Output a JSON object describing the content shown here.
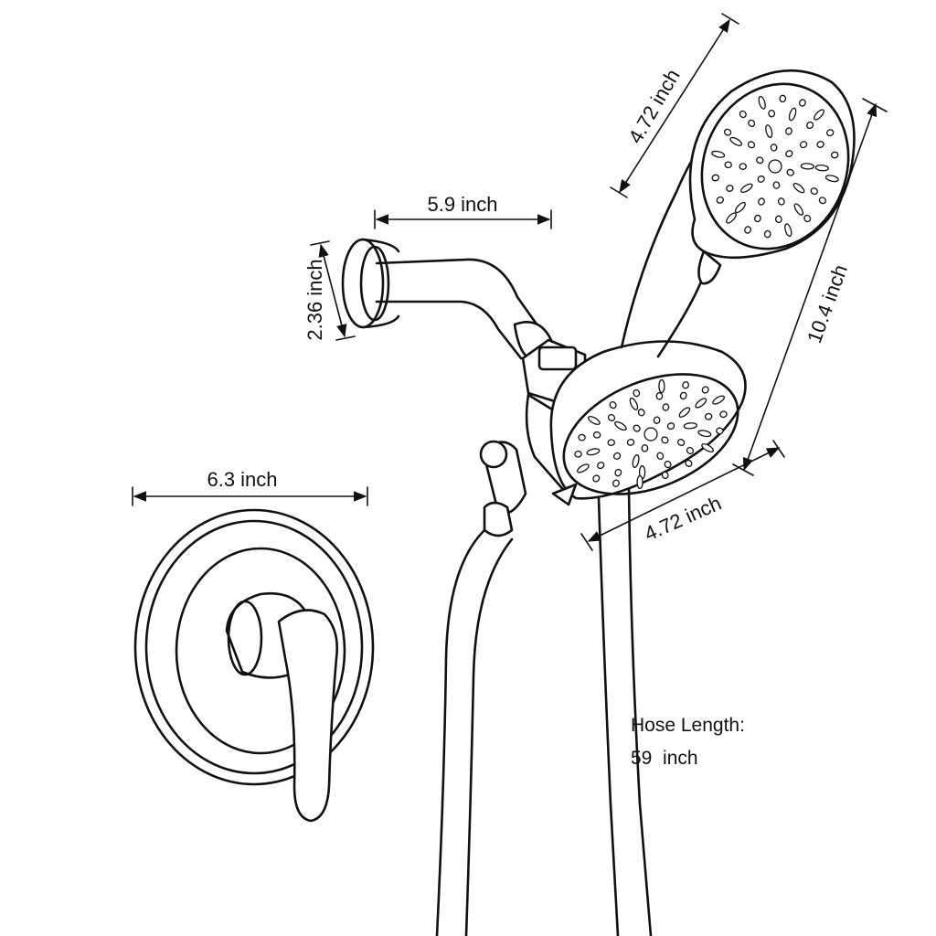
{
  "dimensions": {
    "arm_length": "5.9 inch",
    "flange_height": "2.36 inch",
    "handheld_head_diameter": "4.72 inch",
    "handheld_length": "10.4 inch",
    "fixed_head_diameter": "4.72 inch",
    "trim_plate_width": "6.3 inch"
  },
  "hose": {
    "label": "Hose Length:",
    "value": "59  inch"
  }
}
